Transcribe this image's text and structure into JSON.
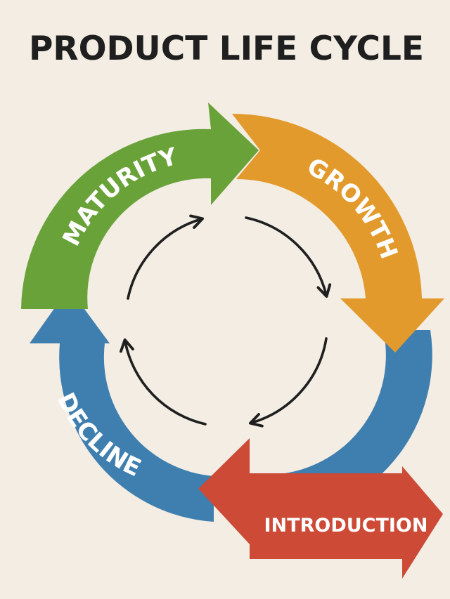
{
  "title": "PRODUCT LIFE CYCLE",
  "stages": [
    {
      "label": "MATURITY",
      "color": "#6aa23a"
    },
    {
      "label": "GROWTH",
      "color": "#e39a2c"
    },
    {
      "label": "INTRODUCTION",
      "color": "#cc4a36"
    },
    {
      "label": "DECLINE",
      "color": "#3f7fb0"
    }
  ],
  "inner_arrow_color": "#1f1f1f"
}
